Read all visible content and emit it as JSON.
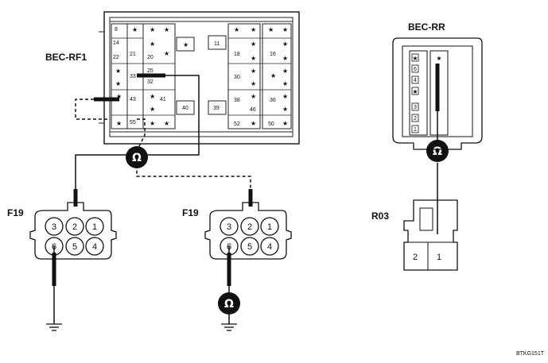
{
  "labels": {
    "bec_rf1": "BEC-RF1",
    "bec_rr": "BEC-RR",
    "f19_left": "F19",
    "f19_right": "F19",
    "r03": "R03",
    "figure_code": "BTKG151T"
  },
  "symbols": {
    "ohm": "Ω",
    "star": "★"
  },
  "fuse_cells": {
    "c8": "8",
    "c14": "14",
    "c22": "22",
    "c21": "21",
    "c20": "20",
    "c25": "25",
    "c33": "33",
    "c32": "32",
    "c43": "43",
    "c41": "41",
    "c40": "40",
    "c55": "55",
    "c11": "11",
    "c18": "18",
    "c16": "16",
    "c30": "30",
    "c38": "38",
    "c39": "39",
    "c46": "46",
    "c36": "36",
    "c52": "52",
    "c50": "50"
  },
  "bec_rr_cells": {
    "left": [
      "",
      "6",
      "4",
      "",
      "3",
      "2",
      "1"
    ]
  },
  "f19_pins": [
    "3",
    "2",
    "1",
    "6",
    "5",
    "4"
  ],
  "r03_pins": [
    "2",
    "1"
  ]
}
